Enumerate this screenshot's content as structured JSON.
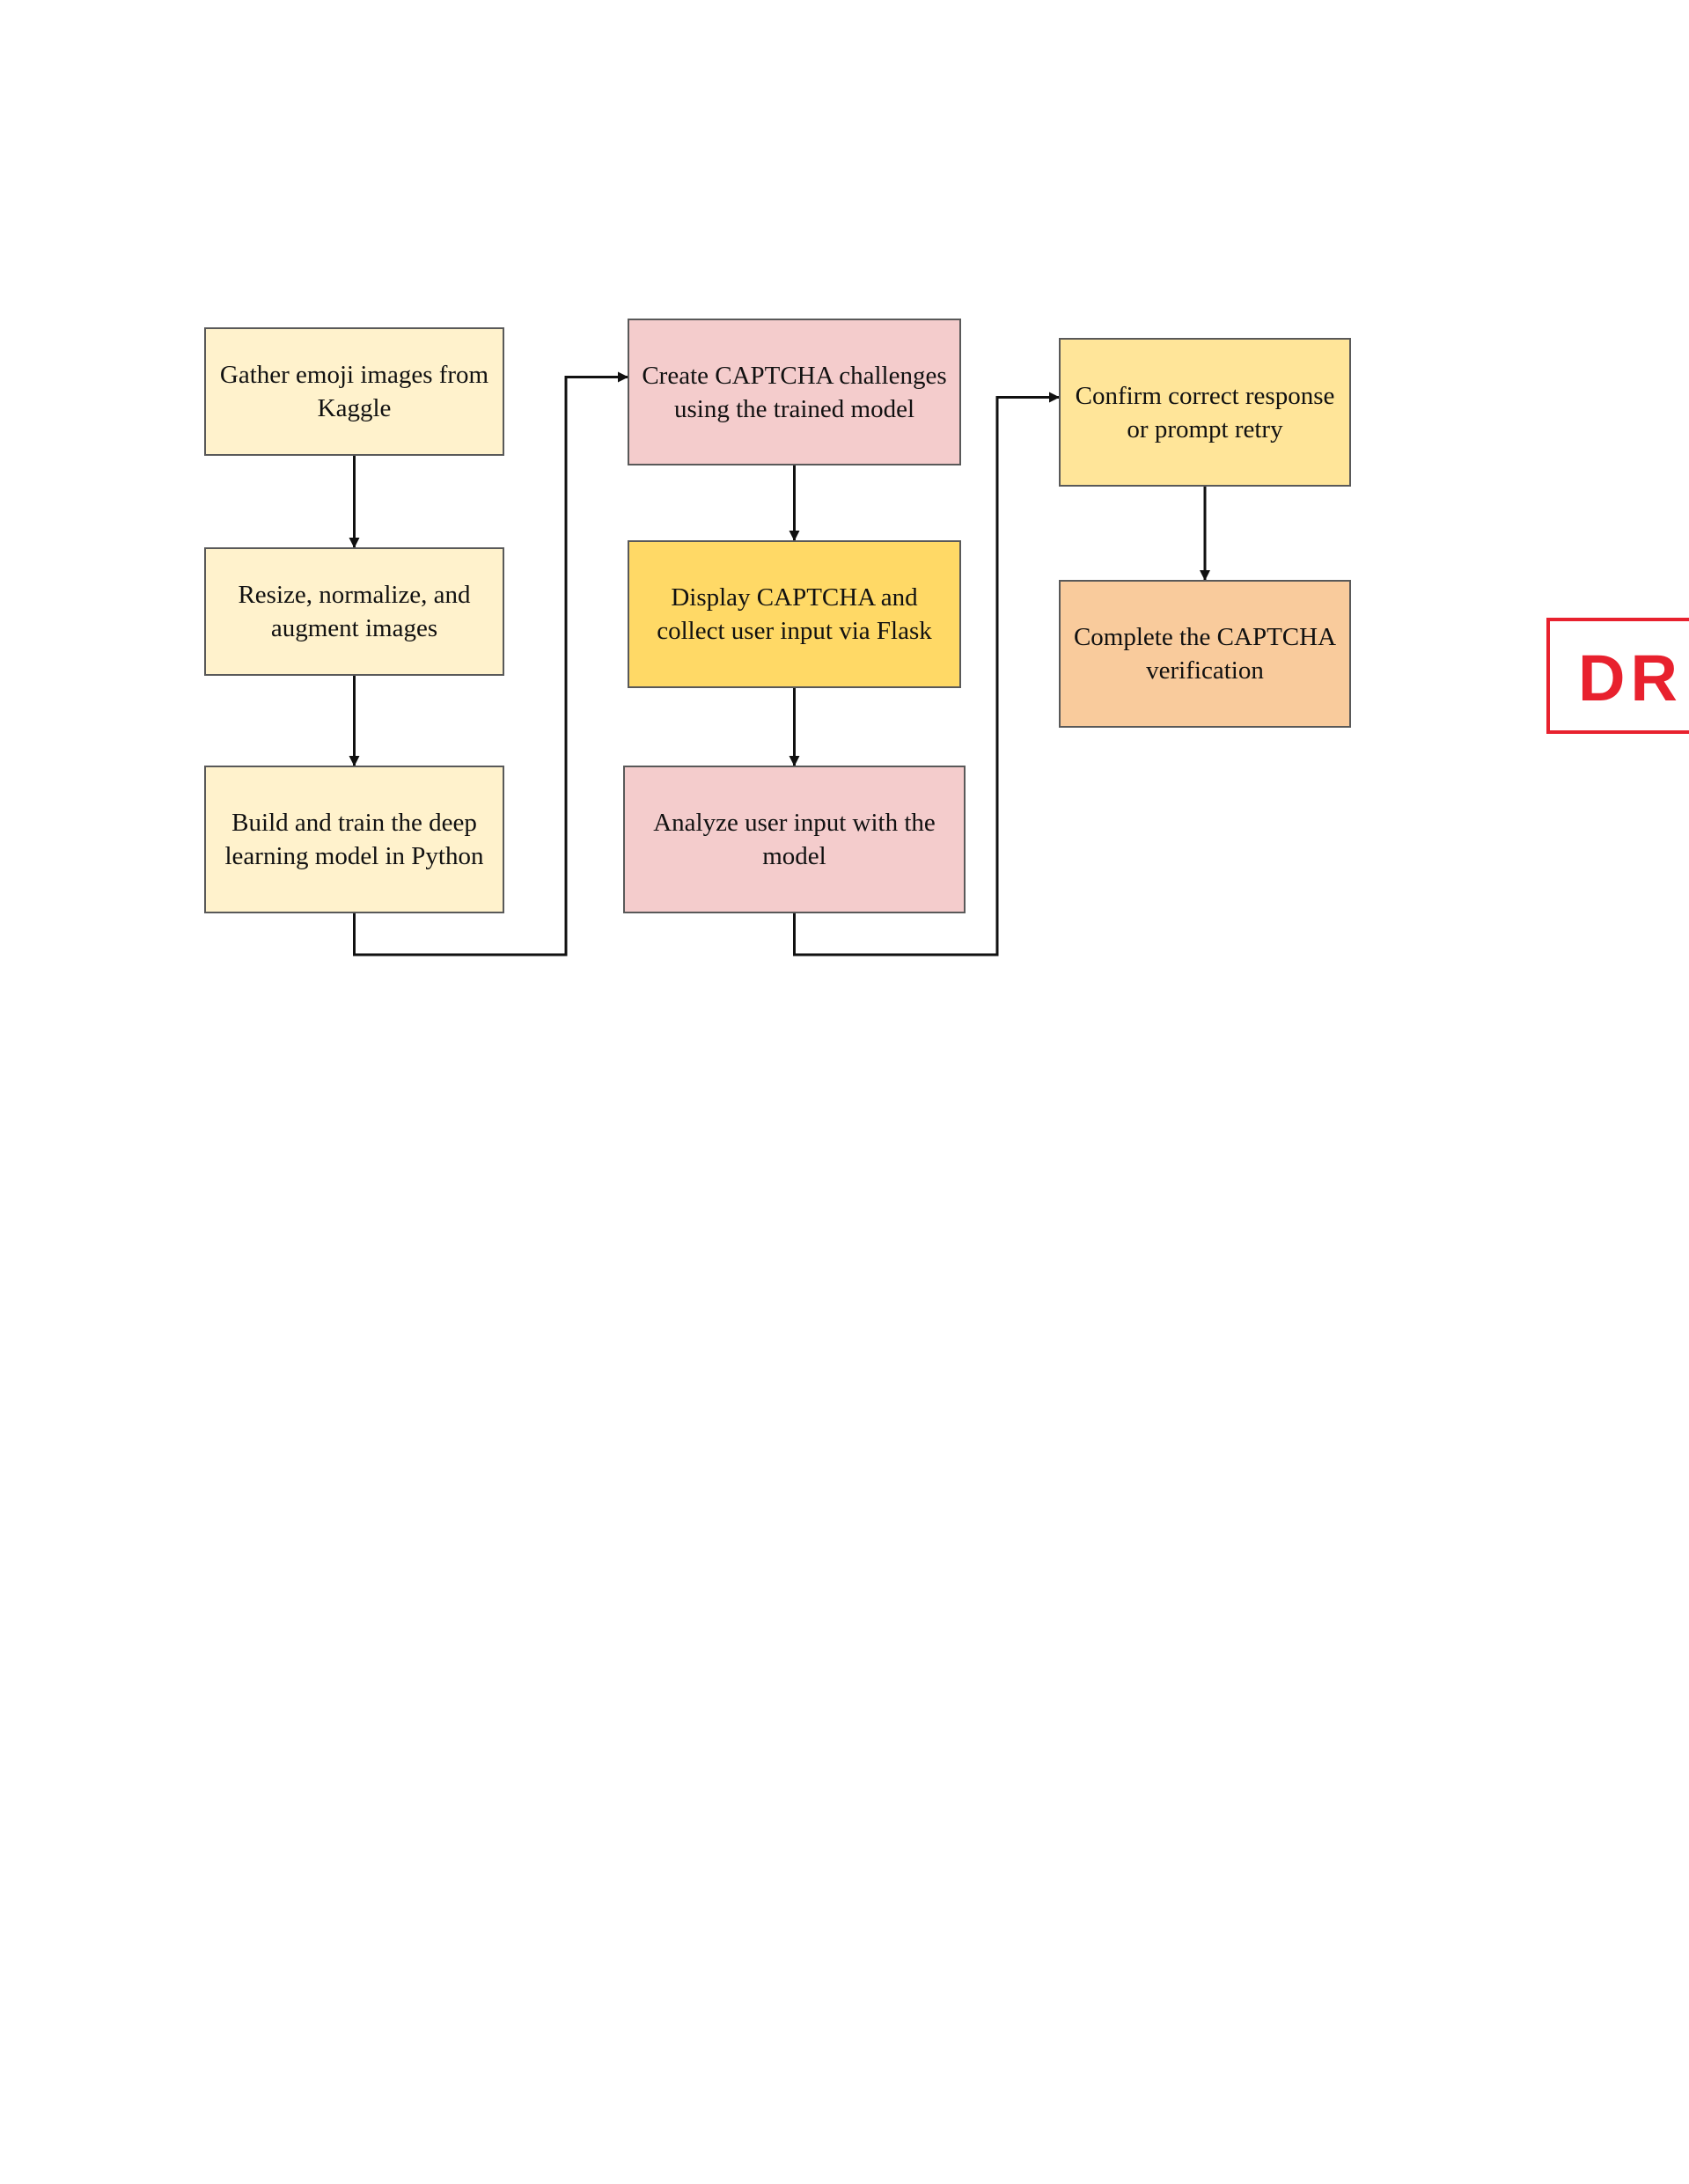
{
  "colors": {
    "light_yellow": "#fff2cc",
    "pink": "#f4cccc",
    "gold": "#ffd966",
    "light_gold": "#ffe599",
    "peach": "#f9cb9c",
    "stamp_red": "#e8212e",
    "edge": "#111111"
  },
  "nodes": [
    {
      "id": "gather",
      "label": "Gather emoji images from Kaggle",
      "color": "light_yellow"
    },
    {
      "id": "preprocess",
      "label": "Resize, normalize, and augment images",
      "color": "light_yellow"
    },
    {
      "id": "train",
      "label": "Build and train the deep learning model in Python",
      "color": "light_yellow"
    },
    {
      "id": "create",
      "label": "Create CAPTCHA challenges using the trained model",
      "color": "pink"
    },
    {
      "id": "display",
      "label": "Display CAPTCHA and collect user input via Flask",
      "color": "gold"
    },
    {
      "id": "analyze",
      "label": "Analyze user input with the model",
      "color": "pink"
    },
    {
      "id": "confirm",
      "label": "Confirm correct response or prompt retry",
      "color": "light_gold"
    },
    {
      "id": "complete",
      "label": "Complete the CAPTCHA verification",
      "color": "peach"
    }
  ],
  "edges": [
    {
      "from": "gather",
      "to": "preprocess"
    },
    {
      "from": "preprocess",
      "to": "train"
    },
    {
      "from": "train",
      "to": "create"
    },
    {
      "from": "create",
      "to": "display"
    },
    {
      "from": "display",
      "to": "analyze"
    },
    {
      "from": "analyze",
      "to": "confirm"
    },
    {
      "from": "confirm",
      "to": "complete"
    }
  ],
  "stamp": {
    "text": "DR"
  }
}
